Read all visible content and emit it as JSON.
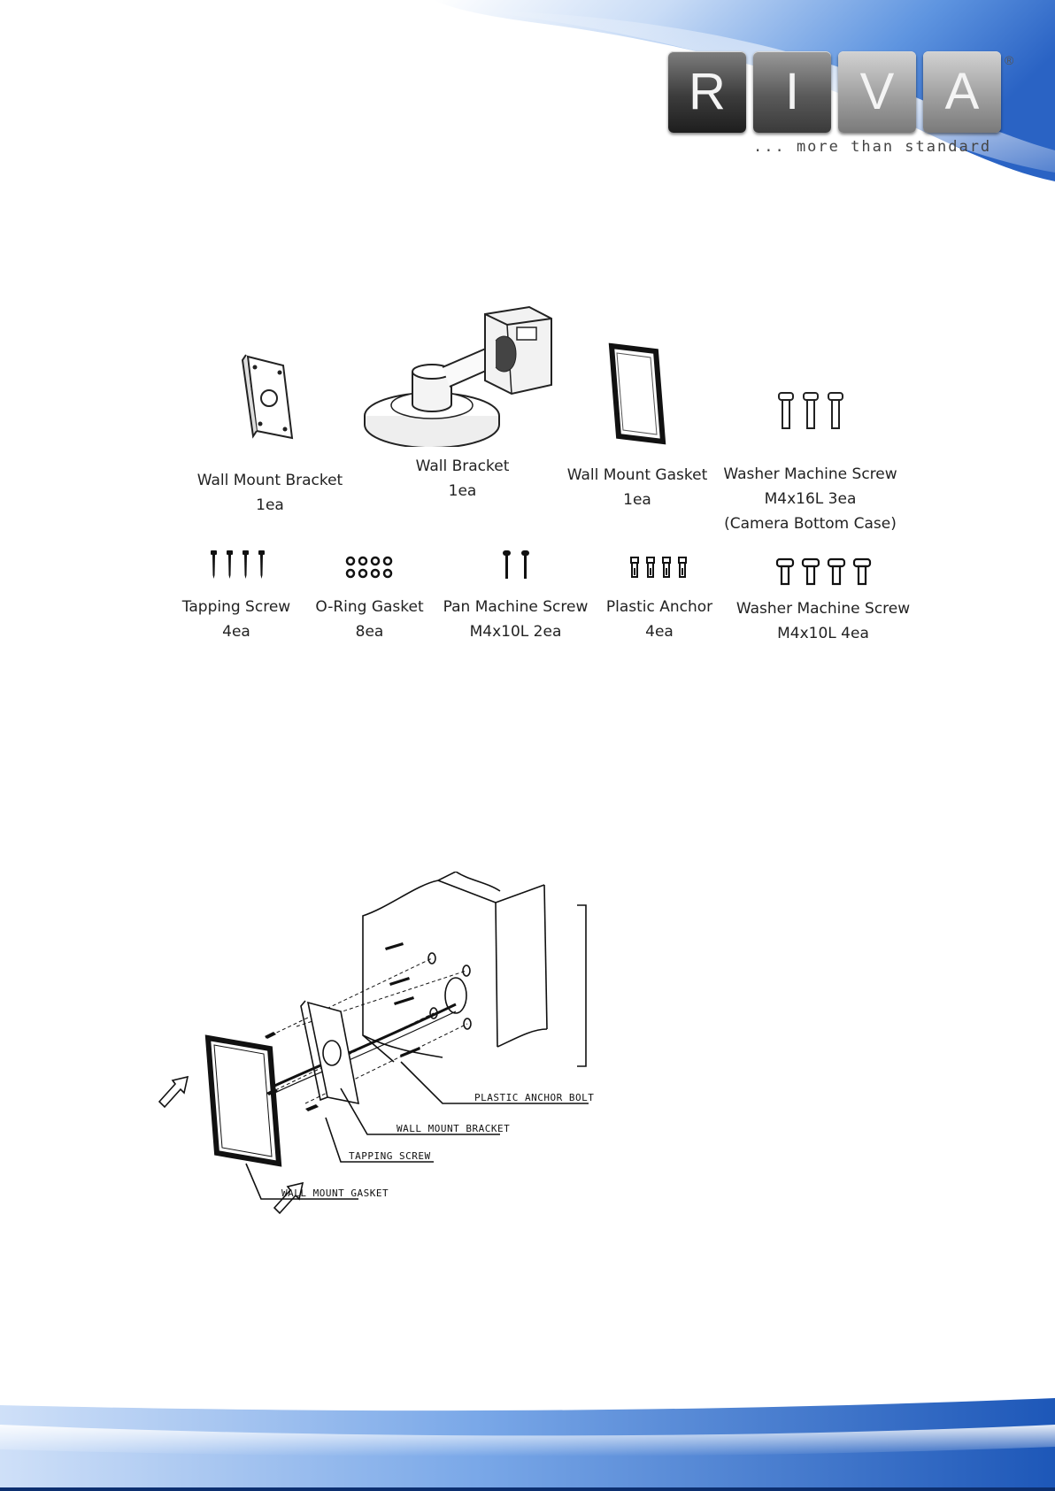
{
  "logo": {
    "letters": [
      "R",
      "I",
      "V",
      "A"
    ],
    "registered": "®",
    "tagline": "... more than standard"
  },
  "parts_row1": [
    {
      "name": "Wall Mount Bracket",
      "qty": "1ea",
      "note": "",
      "icon": "wall-mount-bracket-icon"
    },
    {
      "name": "Wall Bracket",
      "qty": "1ea",
      "note": "",
      "icon": "wall-bracket-icon"
    },
    {
      "name": "Wall Mount Gasket",
      "qty": "1ea",
      "note": "",
      "icon": "gasket-icon"
    },
    {
      "name": "Washer Machine Screw",
      "qty": "M4x16L 3ea",
      "note": "(Camera Bottom Case)",
      "icon": "screw-icon"
    }
  ],
  "parts_row2": [
    {
      "name": "Tapping Screw",
      "qty": "4ea",
      "icon": "tapping-screw-icon"
    },
    {
      "name": "O-Ring Gasket",
      "qty": "8ea",
      "icon": "o-ring-icon"
    },
    {
      "name": "Pan Machine Screw",
      "qty": "M4x10L 2ea",
      "icon": "pan-screw-icon"
    },
    {
      "name": "Plastic Anchor",
      "qty": "4ea",
      "icon": "anchor-icon"
    },
    {
      "name": "Washer Machine Screw",
      "qty": "M4x10L 4ea",
      "icon": "washer-screw-icon"
    }
  ],
  "diagram": {
    "labels": {
      "anchor": "PLASTIC ANCHOR BOLT",
      "bracket": "WALL MOUNT BRACKET",
      "screw": "TAPPING SCREW",
      "gasket": "WALL MOUNT GASKET"
    }
  },
  "colors": {
    "swoosh_light": "#eaf3ff",
    "swoosh_mid": "#6fa3e6",
    "swoosh_dark": "#1d57b8"
  }
}
